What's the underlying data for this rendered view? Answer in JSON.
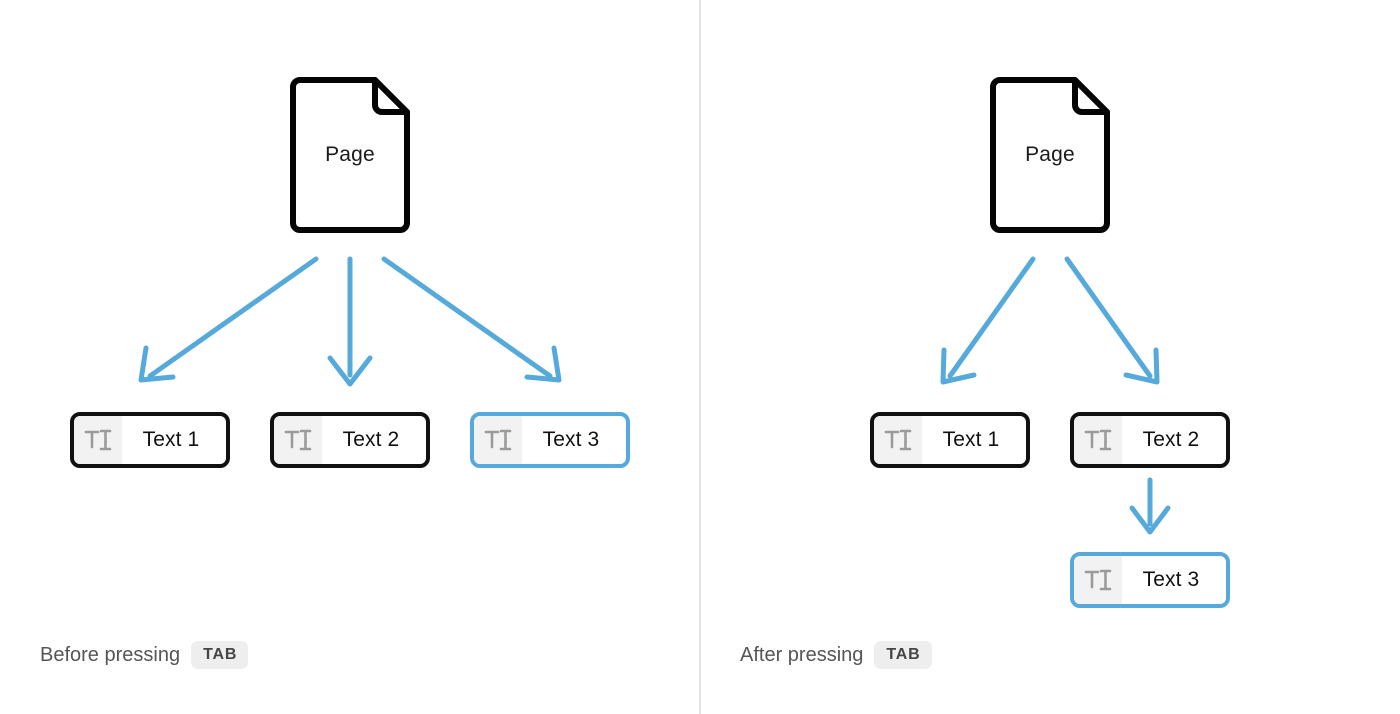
{
  "diagram": {
    "title": "Tab key focus order diagram",
    "background_color": "#ffffff",
    "arrow_color": "#55a9db",
    "node_border_color": "#111111",
    "selected_border_color": "#55a9db",
    "icon_bg_color": "#f2f2f2",
    "divider_color": "#e4e4e4"
  },
  "panels": [
    {
      "id": "before",
      "caption_text": "Before pressing",
      "caption_key": "TAB",
      "page": {
        "label": "Page"
      },
      "fields": [
        {
          "label": "Text 1",
          "selected": false,
          "icon": "text-field-icon"
        },
        {
          "label": "Text 2",
          "selected": false,
          "icon": "text-field-icon"
        },
        {
          "label": "Text 3",
          "selected": true,
          "icon": "text-field-icon"
        }
      ]
    },
    {
      "id": "after",
      "caption_text": "After pressing",
      "caption_key": "TAB",
      "page": {
        "label": "Page"
      },
      "fields": [
        {
          "label": "Text 1",
          "selected": false,
          "icon": "text-field-icon"
        },
        {
          "label": "Text 2",
          "selected": false,
          "icon": "text-field-icon"
        },
        {
          "label": "Text 3",
          "selected": true,
          "icon": "text-field-icon"
        }
      ]
    }
  ]
}
